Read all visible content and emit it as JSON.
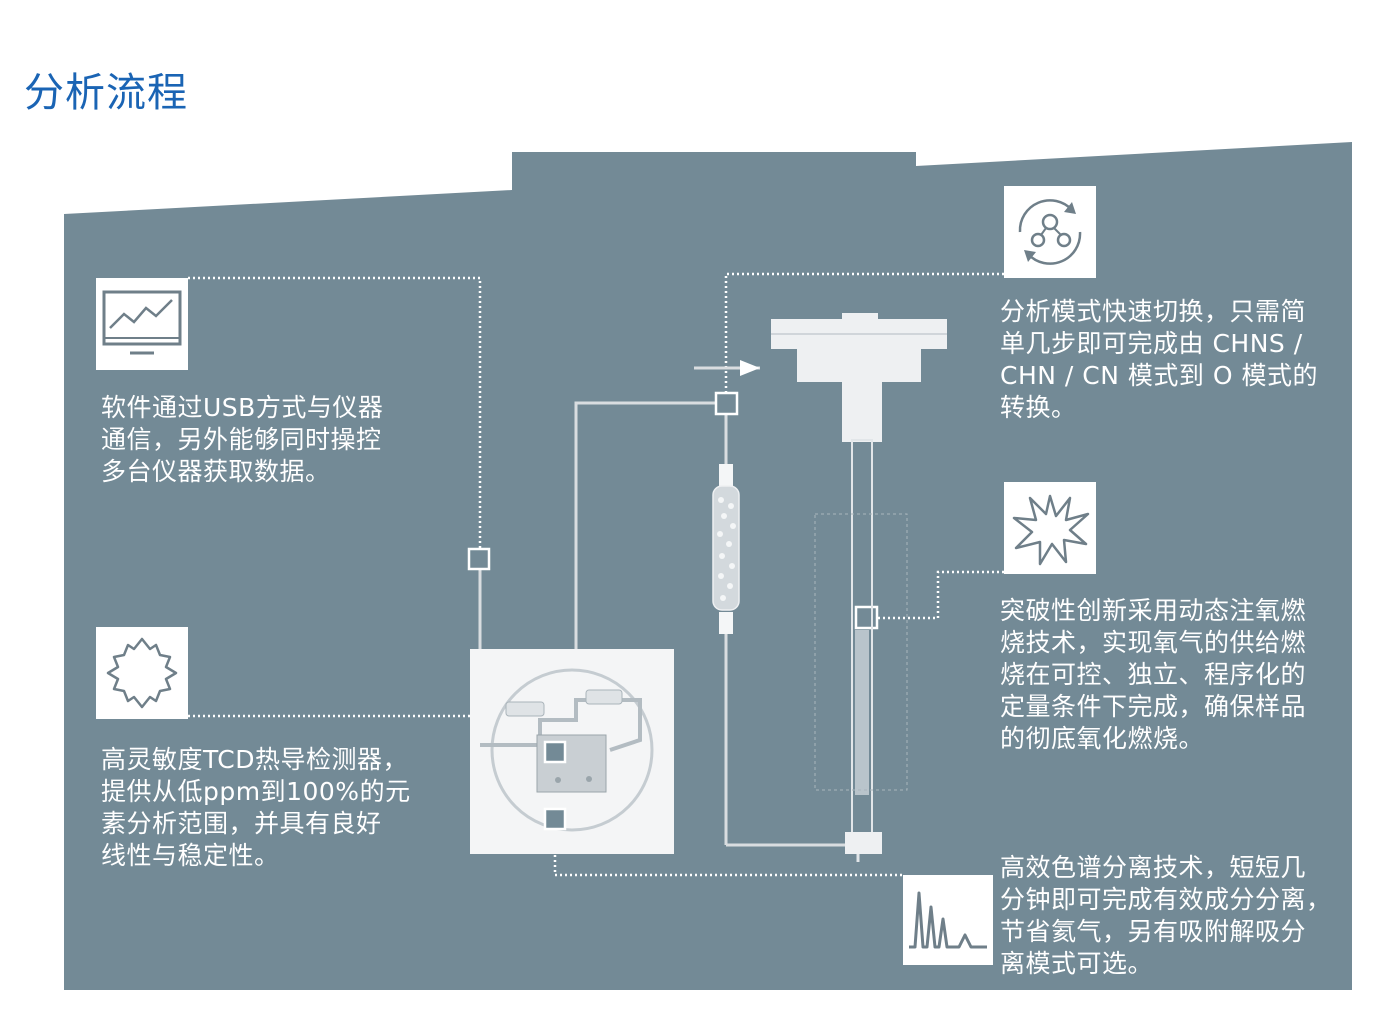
{
  "page": {
    "title": "分析流程"
  },
  "colors": {
    "title": "#1a64b4",
    "panel": "#738a96",
    "line": "#d9dde0",
    "text": "#ffffff",
    "icon": "#6f7f89"
  },
  "callouts": {
    "software": {
      "icon": "monitor-chart-icon",
      "text": "软件通过USB方式与仪器\n通信，另外能够同时操控\n多台仪器获取数据。"
    },
    "tcd": {
      "icon": "tcd-sensor-icon",
      "text": "高灵敏度TCD热导检测器，\n提供从低ppm到100%的元\n素分析范围，并具有良好\n线性与稳定性。"
    },
    "mode": {
      "icon": "cycle-switch-icon",
      "text": "分析模式快速切换，只需简\n单几步即可完成由 CHNS /\nCHN / CN 模式到 O 模式的\n转换。"
    },
    "combustion": {
      "icon": "explosion-icon",
      "text": "突破性创新采用动态注氧燃\n烧技术，实现氧气的供给燃\n烧在可控、独立、程序化的\n定量条件下完成，确保样品\n的彻底氧化燃烧。"
    },
    "chromatography": {
      "icon": "chromatogram-peaks-icon",
      "text": "高效色谱分离技术，短短几\n分钟即可完成有效成分分离，\n节省氦气，另有吸附解吸分\n离模式可选。"
    }
  }
}
